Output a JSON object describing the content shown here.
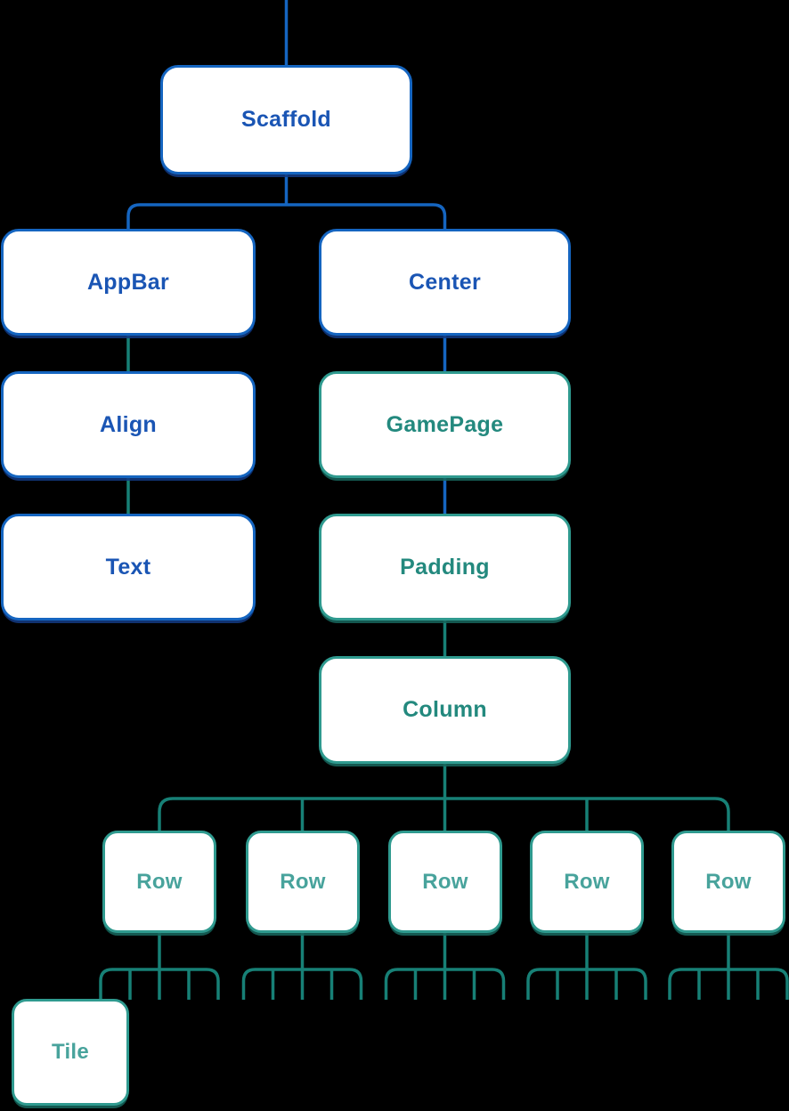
{
  "diagram_type": "widget-tree",
  "colors": {
    "background": "#000000",
    "node_fill": "#ffffff",
    "blue_border": "#1565c0",
    "blue_text": "#1a55b4",
    "blue_line": "#1565c0",
    "teal_border": "#2f9a8f",
    "teal_text": "#23897e",
    "teal_text_light": "#48a39c",
    "teal_line": "#178076"
  },
  "nodes": {
    "scaffold": {
      "label": "Scaffold",
      "theme": "blue"
    },
    "appbar": {
      "label": "AppBar",
      "theme": "blue"
    },
    "center": {
      "label": "Center",
      "theme": "blue"
    },
    "align": {
      "label": "Align",
      "theme": "blue"
    },
    "gamepage": {
      "label": "GamePage",
      "theme": "teal"
    },
    "text": {
      "label": "Text",
      "theme": "blue"
    },
    "padding": {
      "label": "Padding",
      "theme": "teal"
    },
    "column": {
      "label": "Column",
      "theme": "teal"
    },
    "rows": [
      "Row",
      "Row",
      "Row",
      "Row",
      "Row"
    ],
    "tile": {
      "label": "Tile",
      "theme": "teal"
    }
  },
  "edges": [
    {
      "from": "(above, cut off at top)",
      "to": "Scaffold",
      "color": "blue"
    },
    {
      "from": "Scaffold",
      "to": "AppBar",
      "color": "blue"
    },
    {
      "from": "Scaffold",
      "to": "Center",
      "color": "blue"
    },
    {
      "from": "AppBar",
      "to": "Align",
      "color": "teal"
    },
    {
      "from": "Align",
      "to": "Text",
      "color": "teal"
    },
    {
      "from": "Center",
      "to": "GamePage",
      "color": "blue"
    },
    {
      "from": "GamePage",
      "to": "Padding",
      "color": "blue"
    },
    {
      "from": "Padding",
      "to": "Column",
      "color": "teal"
    },
    {
      "from": "Column",
      "to": "Row (x5)",
      "color": "teal"
    },
    {
      "from": "each Row",
      "to": "5 child stubs (children cropped)",
      "color": "teal"
    },
    {
      "from": "Row 1 (leftmost stub)",
      "to": "Tile",
      "color": "teal"
    }
  ]
}
